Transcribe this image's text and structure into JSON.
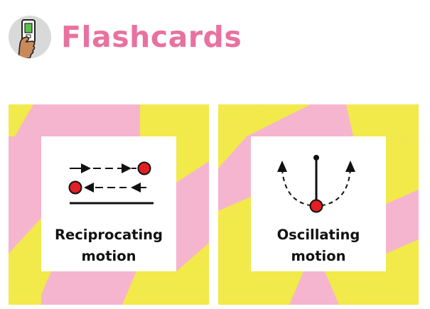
{
  "header": {
    "title": "Flashcards",
    "logo_icon": "hand-holding-phone-icon"
  },
  "colors": {
    "title": "#e8729f",
    "pink": "#f5b5cf",
    "yellow": "#f2e94a",
    "dot": "#e31e24"
  },
  "cards": [
    {
      "icon": "reciprocating-motion-icon",
      "label_line1": "Reciprocating",
      "label_line2": "motion"
    },
    {
      "icon": "oscillating-motion-icon",
      "label_line1": "Oscillating",
      "label_line2": "motion"
    }
  ]
}
